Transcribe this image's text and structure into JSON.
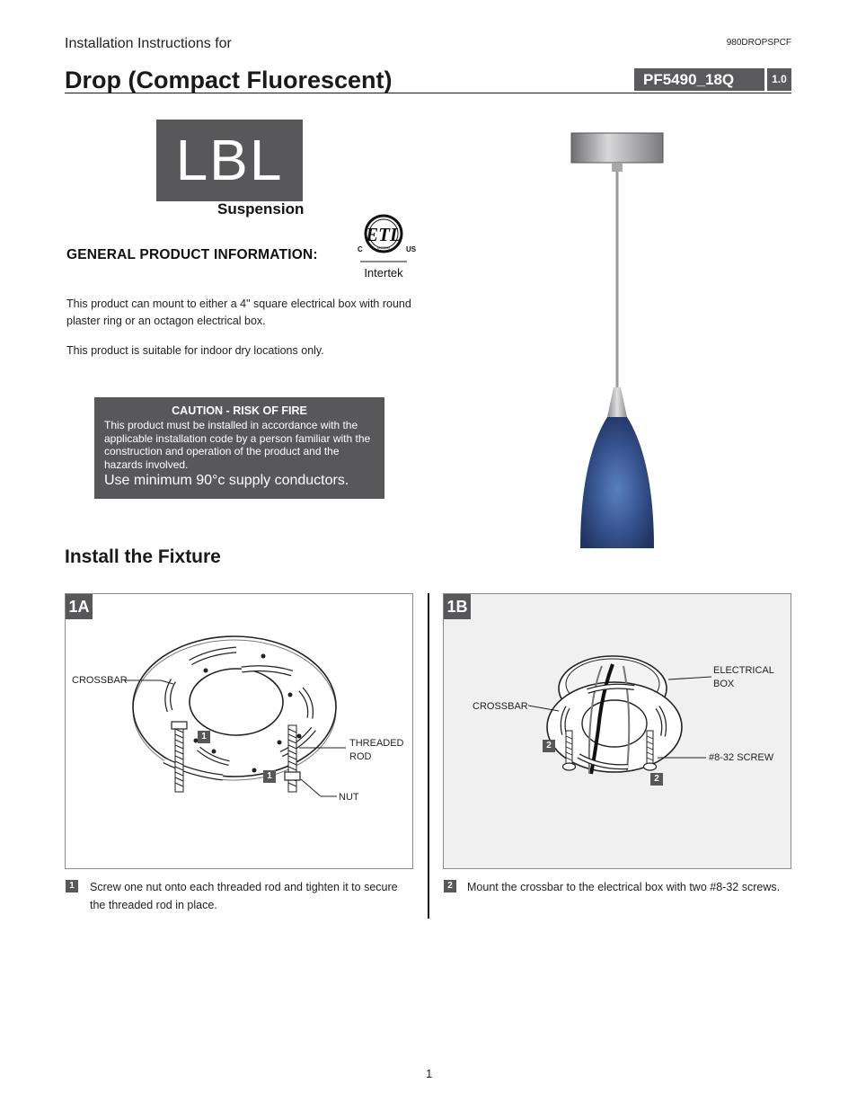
{
  "header": {
    "subtitle": "Installation Instructions for",
    "doc_code": "980DROPSPCF",
    "title": "Drop (Compact Fluorescent)",
    "model": "PF5490_18Q",
    "version": "1.0"
  },
  "brand": {
    "logo": "LBL",
    "category": "Suspension"
  },
  "general_info": {
    "heading": "GENERAL PRODUCT INFORMATION:",
    "cert_mark_text": "Intertek",
    "cert_c": "C",
    "cert_us": "US",
    "cert_listed": "LISTED",
    "paragraph_1": "This product can mount to either a 4\" square electrical box with round plaster ring or an octagon electrical box.",
    "paragraph_2": "This product is suitable for indoor dry locations only."
  },
  "caution": {
    "heading": "CAUTION - RISK OF FIRE",
    "body": "This product must be installed in accordance with the applicable installation code by a person familiar with the construction and operation of the product and the hazards involved.",
    "emphasis": "Use minimum 90°c supply conductors."
  },
  "section": {
    "title": "Install the Fixture"
  },
  "panels": [
    {
      "tag": "1A",
      "callouts": {
        "crossbar": "CROSSBAR",
        "threaded_rod": "THREADED ROD",
        "nut": "NUT"
      },
      "markers": [
        "1",
        "1"
      ],
      "step_number": "1",
      "step_text": "Screw one nut onto each threaded rod and tighten it to secure the threaded rod in place."
    },
    {
      "tag": "1B",
      "callouts": {
        "electrical_box": "ELECTRICAL BOX",
        "crossbar": "CROSSBAR",
        "screw": "#8-32 SCREW"
      },
      "markers": [
        "2",
        "2"
      ],
      "step_number": "2",
      "step_text": "Mount the crossbar to the electrical box with two #8-32 screws."
    }
  ],
  "footer": {
    "page_number": "1"
  },
  "colors": {
    "dark_gray": "#58585a",
    "shade_blue": "#3d5a8f",
    "panel_b_bg": "#f0f0f0"
  }
}
